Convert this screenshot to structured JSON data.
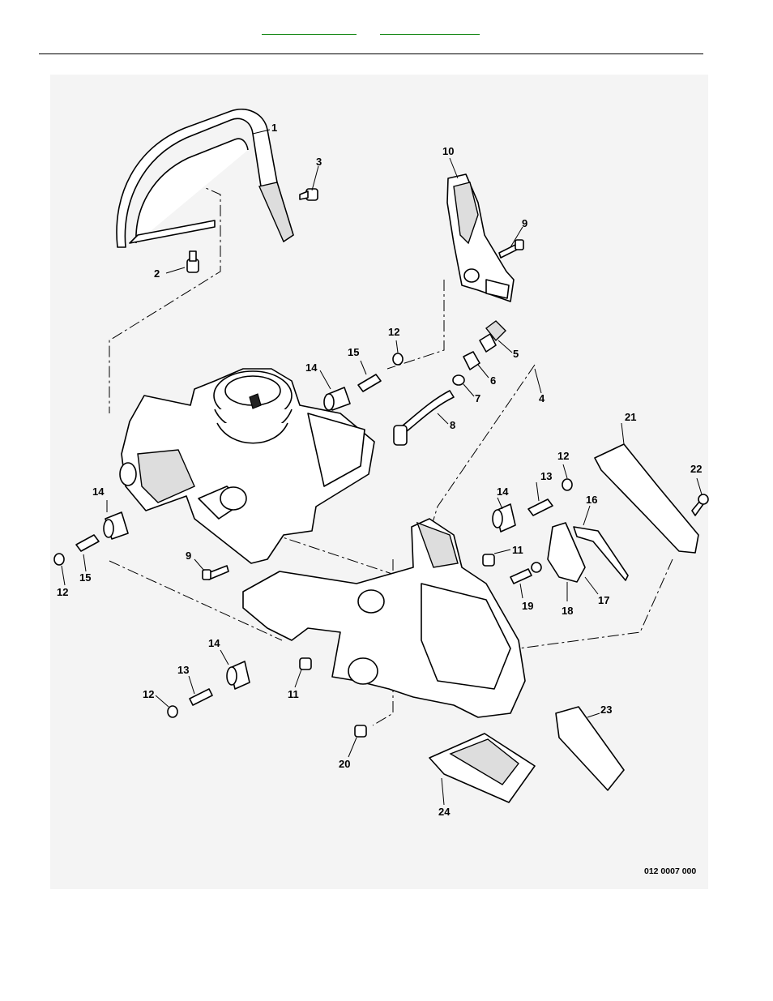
{
  "header": {
    "nav_links": [
      "",
      ""
    ]
  },
  "diagram": {
    "drawing_number": "012 0007 000",
    "callouts": [
      {
        "id": "c1",
        "label": "1",
        "part": "front-handle"
      },
      {
        "id": "c2",
        "label": "2",
        "part": "handle-screw"
      },
      {
        "id": "c3",
        "label": "3",
        "part": "handle-bolt"
      },
      {
        "id": "c4",
        "label": "4",
        "part": "fuel-pickup-assembly"
      },
      {
        "id": "c5",
        "label": "5",
        "part": "fuel-filter"
      },
      {
        "id": "c6",
        "label": "6",
        "part": "filter-cap"
      },
      {
        "id": "c7",
        "label": "7",
        "part": "ring"
      },
      {
        "id": "c8",
        "label": "8",
        "part": "fuel-hose"
      },
      {
        "id": "c9a",
        "label": "9",
        "part": "bracket-screw"
      },
      {
        "id": "c9b",
        "label": "9",
        "part": "engine-screw"
      },
      {
        "id": "c10",
        "label": "10",
        "part": "bracket"
      },
      {
        "id": "c11a",
        "label": "11",
        "part": "screw"
      },
      {
        "id": "c11b",
        "label": "11",
        "part": "screw"
      },
      {
        "id": "c12a",
        "label": "12",
        "part": "washer"
      },
      {
        "id": "c12b",
        "label": "12",
        "part": "washer"
      },
      {
        "id": "c12c",
        "label": "12",
        "part": "washer"
      },
      {
        "id": "c12d",
        "label": "12",
        "part": "washer"
      },
      {
        "id": "c13a",
        "label": "13",
        "part": "stud"
      },
      {
        "id": "c13b",
        "label": "13",
        "part": "stud"
      },
      {
        "id": "c14a",
        "label": "14",
        "part": "vibration-isolator"
      },
      {
        "id": "c14b",
        "label": "14",
        "part": "vibration-isolator"
      },
      {
        "id": "c14c",
        "label": "14",
        "part": "vibration-isolator"
      },
      {
        "id": "c14d",
        "label": "14",
        "part": "vibration-isolator"
      },
      {
        "id": "c15a",
        "label": "15",
        "part": "stud"
      },
      {
        "id": "c15b",
        "label": "15",
        "part": "stud"
      },
      {
        "id": "c16",
        "label": "16",
        "part": "throttle-lockout"
      },
      {
        "id": "c17",
        "label": "17",
        "part": "spring"
      },
      {
        "id": "c18",
        "label": "18",
        "part": "throttle-trigger"
      },
      {
        "id": "c19",
        "label": "19",
        "part": "pin"
      },
      {
        "id": "c20",
        "label": "20",
        "part": "screw"
      },
      {
        "id": "c21",
        "label": "21",
        "part": "handle-cover"
      },
      {
        "id": "c22",
        "label": "22",
        "part": "cover-screw"
      },
      {
        "id": "c23",
        "label": "23",
        "part": "grip"
      },
      {
        "id": "c24",
        "label": "24",
        "part": "tank-cover"
      }
    ]
  }
}
